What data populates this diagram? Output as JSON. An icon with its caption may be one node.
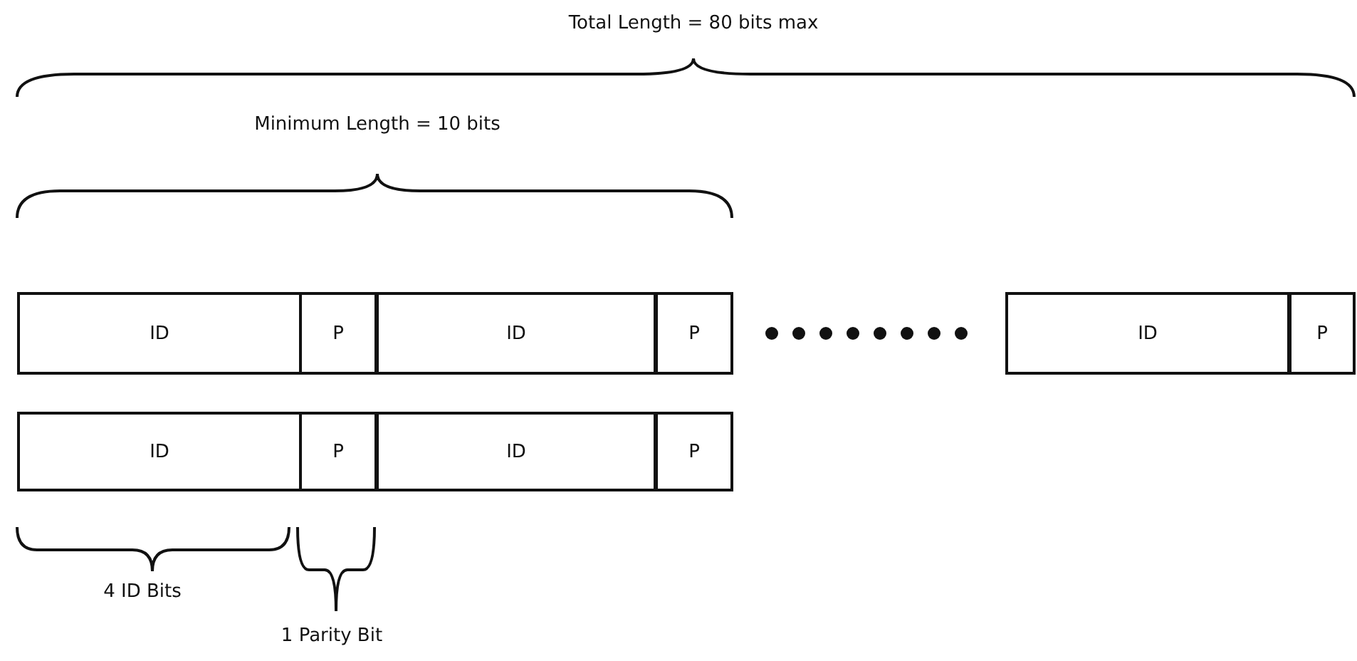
{
  "diagram": {
    "nodes": [
      {
        "text": [
          "ID"
        ]
      },
      {
        "text": [
          "P"
        ]
      },
      {
        "text": [
          "ID"
        ]
      },
      {
        "text": [
          "P"
        ]
      },
      {
        "text": [
          "ID"
        ]
      },
      {
        "text": [
          "P"
        ]
      },
      {
        "text": [
          "ID"
        ]
      },
      {
        "text": [
          "P"
        ]
      },
      {
        "text": [
          "ID"
        ]
      },
      {
        "text": [
          "P"
        ]
      }
    ],
    "labels": [
      "Total Length = 80 bits max",
      "Minimum Length = 10 bits",
      "4 ID Bits",
      "1 Parity Bit"
    ]
  }
}
